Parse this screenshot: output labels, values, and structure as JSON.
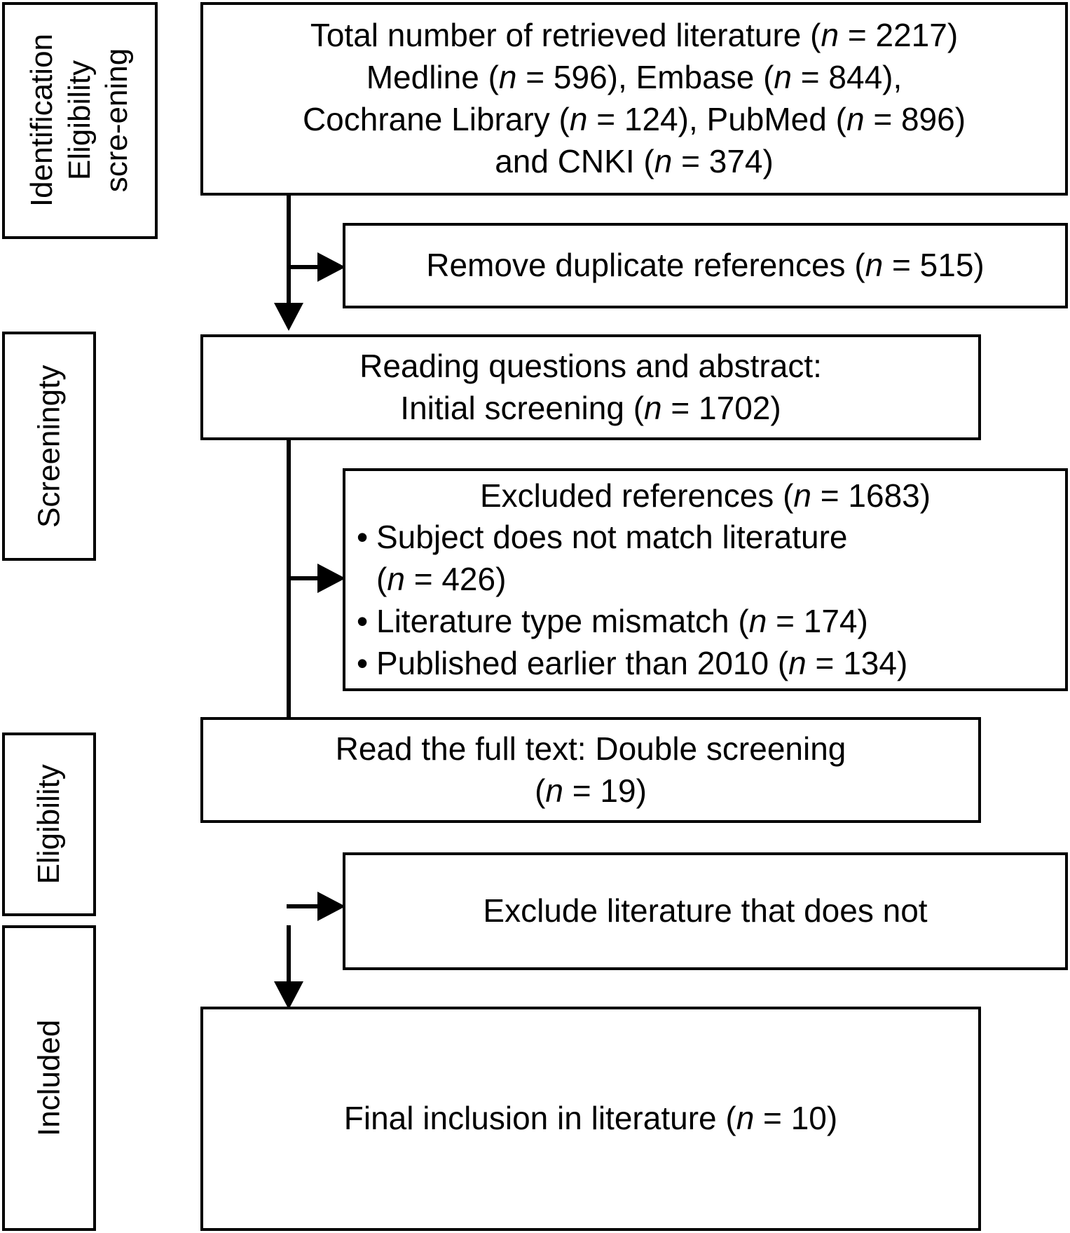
{
  "diagram": {
    "title": "PRISMA literature selection flow diagram",
    "stages": [
      {
        "id": "identification",
        "label": "Identification Eligibility scre-ening"
      },
      {
        "id": "screening",
        "label": "Screeningty"
      },
      {
        "id": "eligibility",
        "label": "Eligibility"
      },
      {
        "id": "included",
        "label": "Included"
      }
    ],
    "boxes": {
      "retrieved": {
        "lines": [
          "Total number of retrieved literature (n = 2217)",
          "Medline (n = 596), Embase (n = 844),",
          "Cochrane Library (n = 124), PubMed (n = 896)",
          "and CNKI (n = 374)"
        ],
        "line1_prefix": "Total number of retrieved literature (",
        "line1_n": "n",
        "line1_suffix": " = 2217)",
        "line2_a": "Medline (",
        "line2_n1": "n",
        "line2_b": " = 596), Embase (",
        "line2_n2": "n",
        "line2_c": " = 844),",
        "line3_a": "Cochrane Library (",
        "line3_n1": "n",
        "line3_b": " = 124), PubMed (",
        "line3_n2": "n",
        "line3_c": " = 896)",
        "line4_a": "and CNKI (",
        "line4_n": "n",
        "line4_b": " = 374)"
      },
      "duplicates": {
        "prefix": "Remove duplicate references (",
        "n": "n",
        "suffix": " = 515)"
      },
      "initial_screening": {
        "line1": "Reading questions and abstract:",
        "line2_a": "Initial screening (",
        "line2_n": "n",
        "line2_b": " = 1702)"
      },
      "excluded": {
        "title_a": "Excluded references (",
        "title_n": "n",
        "title_b": " = 1683)",
        "bullets": [
          {
            "text_a": "Subject does not match literature",
            "text_b": "(",
            "n": "n",
            "text_c": " = 426)"
          },
          {
            "text_a": "Literature type mismatch (",
            "n": "n",
            "text_c": " = 174)"
          },
          {
            "text_a": "Published earlier than 2010 (",
            "n": "n",
            "text_c": " = 134)"
          }
        ],
        "bullet1_line1": "Subject does not match literature",
        "bullet1_line2_a": "(",
        "bullet1_line2_n": "n",
        "bullet1_line2_b": " = 426)",
        "bullet2_a": "Literature type mismatch (",
        "bullet2_n": "n",
        "bullet2_b": " = 174)",
        "bullet3_a": "Published earlier than 2010 (",
        "bullet3_n": "n",
        "bullet3_b": " = 134)"
      },
      "full_text": {
        "line1": "Read the full text: Double screening",
        "line2_a": "(",
        "line2_n": "n",
        "line2_b": " = 19)"
      },
      "exclude_not_meet": {
        "text": "Exclude literature that does not"
      },
      "final": {
        "prefix": "Final inclusion in literature (",
        "n": "n",
        "suffix": " = 10)"
      }
    },
    "colors": {
      "stroke": "#000000",
      "fill": "#ffffff",
      "text": "#000000"
    }
  }
}
